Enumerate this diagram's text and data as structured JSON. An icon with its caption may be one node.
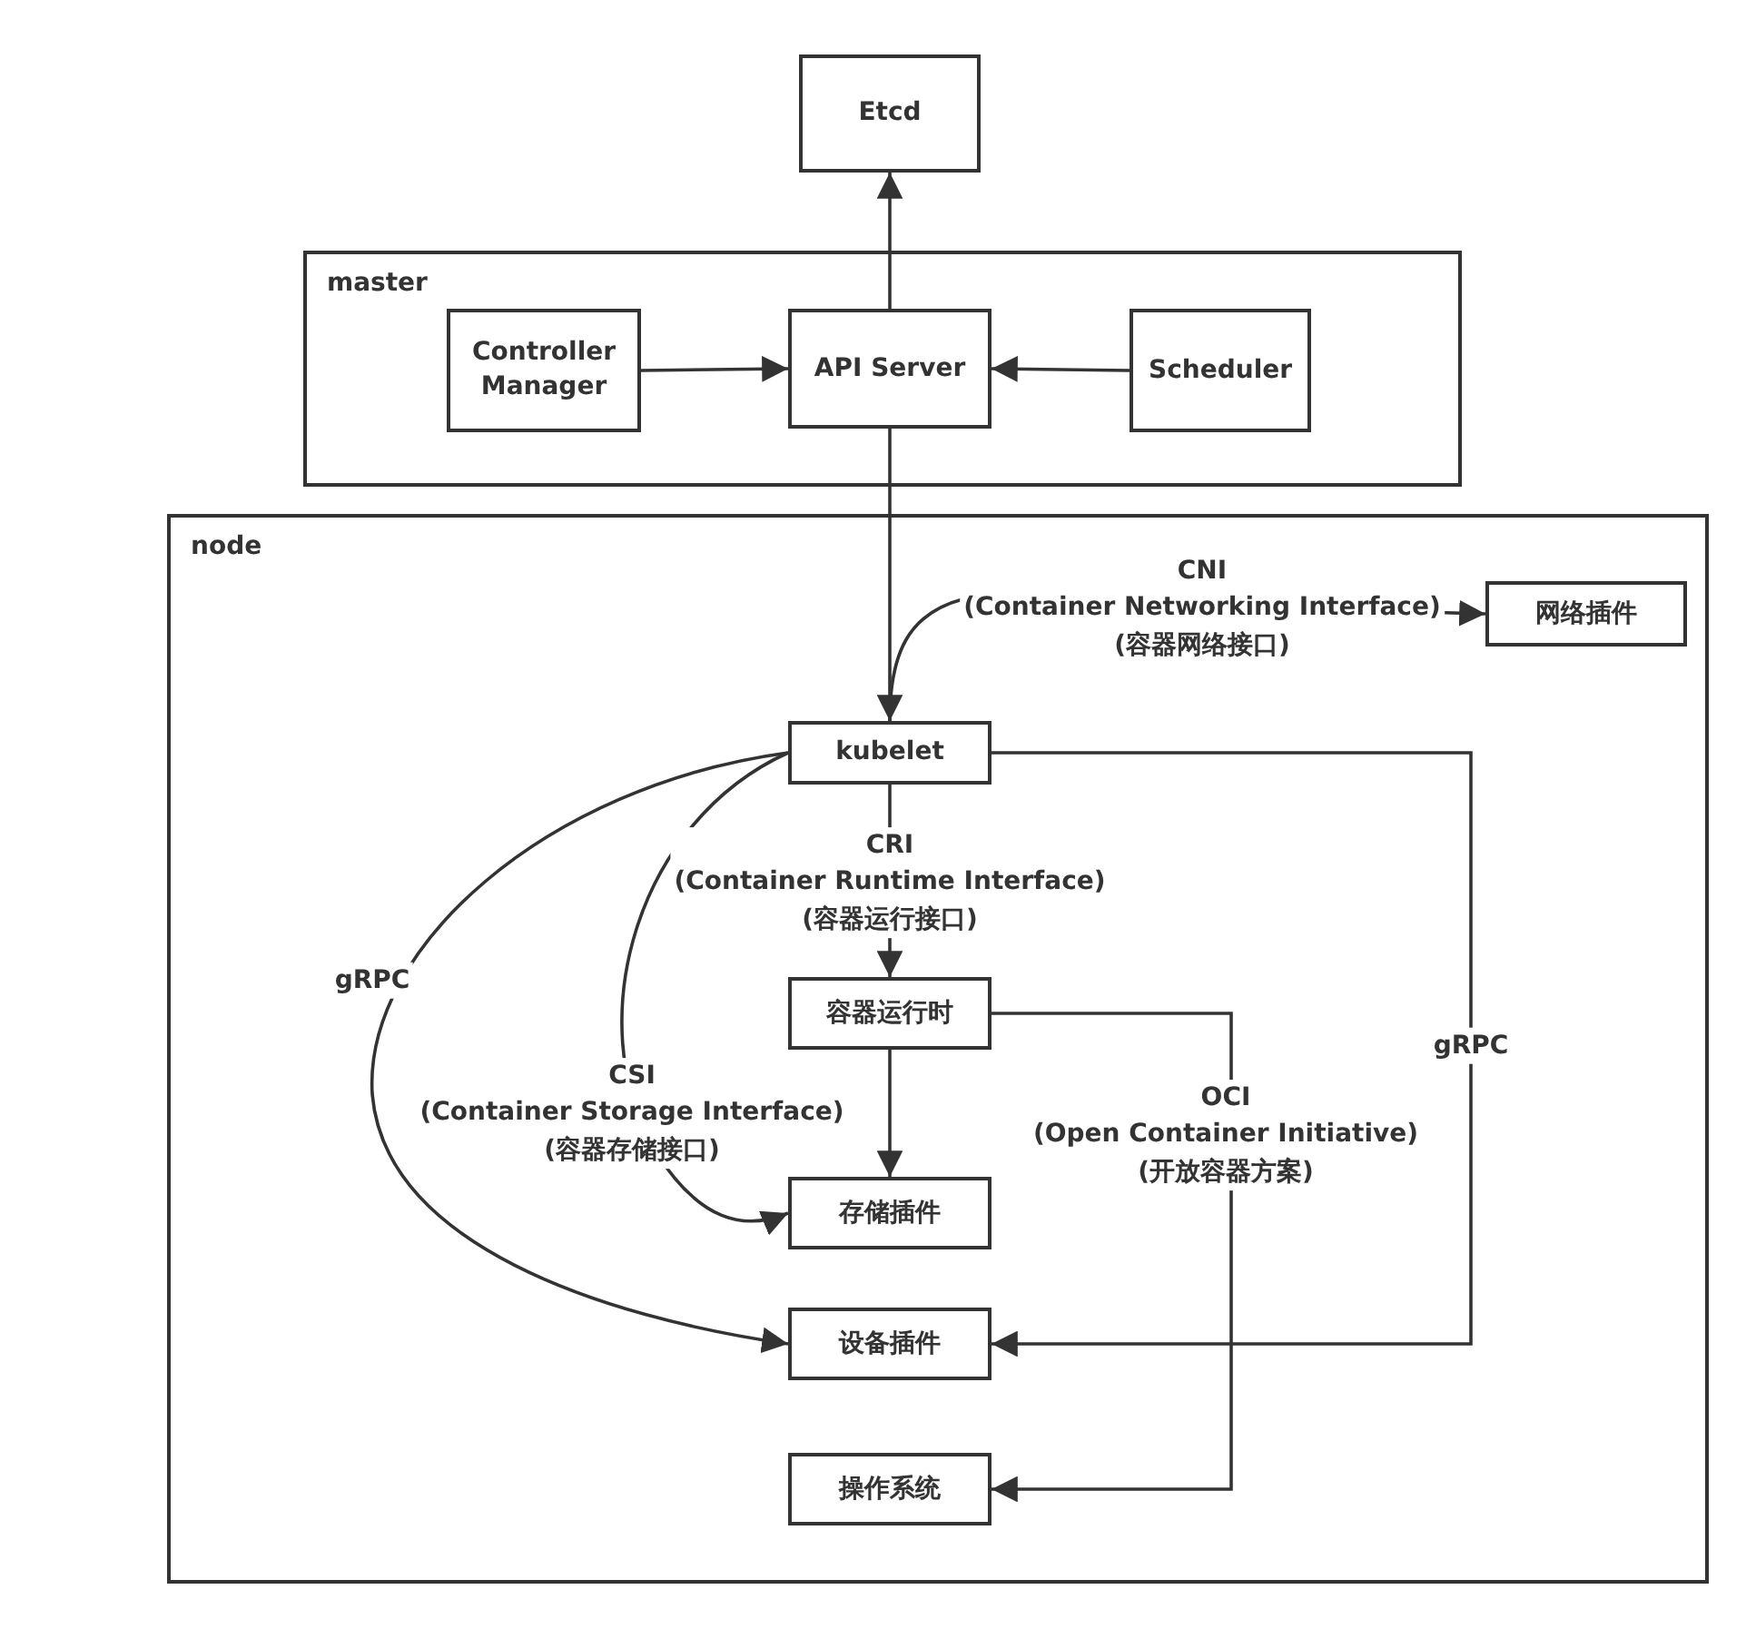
{
  "diagram": {
    "nodes": [
      {
        "text": [
          "Etcd"
        ]
      },
      {
        "text": [
          "master"
        ]
      },
      {
        "text": [
          "Controller Manager"
        ],
        "in": 1
      },
      {
        "text": [
          "API Server"
        ],
        "in": 1
      },
      {
        "text": [
          "Scheduler"
        ],
        "in": 1
      },
      {
        "text": [
          "node"
        ]
      },
      {
        "text": [
          "网络插件"
        ],
        "in": 5
      },
      {
        "text": [
          "kubelet"
        ],
        "in": 5
      },
      {
        "text": [
          "容器运行时"
        ],
        "in": 5
      },
      {
        "text": [
          "存储插件"
        ],
        "in": 5
      },
      {
        "text": [
          "设备插件"
        ],
        "in": 5
      },
      {
        "text": [
          "操作系统"
        ],
        "in": 5
      }
    ],
    "edges": [
      {
        "from": 3,
        "to": 0,
        "arrow": "to"
      },
      {
        "from": 2,
        "to": 3,
        "arrow": "to"
      },
      {
        "from": 4,
        "to": 3,
        "arrow": "to"
      },
      {
        "from": 3,
        "to": 7,
        "arrow": "to"
      },
      {
        "from": 7,
        "to": 6,
        "arrow": "to",
        "label": "CNI (Container Networking Interface) (容器网络接口)"
      },
      {
        "from": 7,
        "to": 8,
        "arrow": "to",
        "label": "CRI (Container Runtime Interface) (容器运行接口)"
      },
      {
        "from": 7,
        "to": 9,
        "arrow": "to",
        "label": "CSI (Container Storage Interface) (容器存储接口)"
      },
      {
        "from": 7,
        "to": 10,
        "arrow": "to",
        "label": "gRPC"
      },
      {
        "from": 7,
        "to": 10,
        "arrow": "to",
        "label": "gRPC"
      },
      {
        "from": 8,
        "to": 11,
        "arrow": "to",
        "label": "OCI (Open Container Initiative) (开放容器方案)"
      },
      {
        "from": 8,
        "to": 9,
        "arrow": "to"
      }
    ]
  }
}
